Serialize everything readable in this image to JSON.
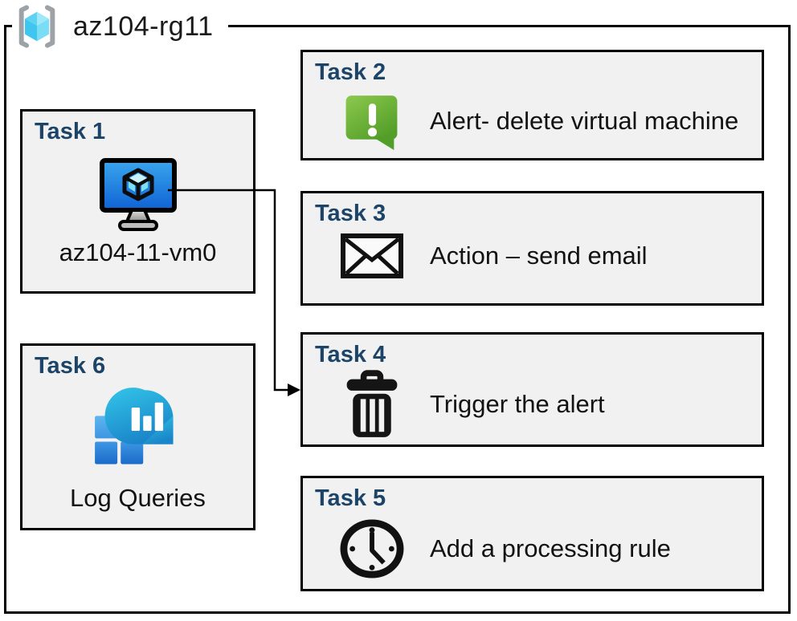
{
  "resource_group": {
    "name": "az104-rg11",
    "icon": "resource-group-icon"
  },
  "tasks": {
    "task1": {
      "title": "Task 1",
      "label": "az104-11-vm0",
      "icon": "virtual-machine-icon"
    },
    "task2": {
      "title": "Task 2",
      "label": "Alert- delete virtual machine",
      "icon": "alert-icon"
    },
    "task3": {
      "title": "Task 3",
      "label": "Action – send email",
      "icon": "email-icon"
    },
    "task4": {
      "title": "Task 4",
      "label": "Trigger the alert",
      "icon": "trash-icon"
    },
    "task5": {
      "title": "Task 5",
      "label": "Add a processing rule",
      "icon": "clock-icon"
    },
    "task6": {
      "title": "Task 6",
      "label": "Log Queries",
      "icon": "log-queries-icon"
    }
  },
  "connector": {
    "from": "task1-virtual-machine-icon",
    "to": "task4-box",
    "style": "elbow-arrow"
  },
  "colors": {
    "heading": "#1c4468",
    "box_fill": "#f1f1f1",
    "box_border": "#000000",
    "frame_border": "#000000",
    "alert_green": "#6fb83d",
    "vm_screen_blue": "#1b7de0",
    "cube_cyan": "#4ec9f0",
    "log_query_blue": "#2e8cd8",
    "bracket_gray": "#9da2a6",
    "text": "#121212"
  }
}
